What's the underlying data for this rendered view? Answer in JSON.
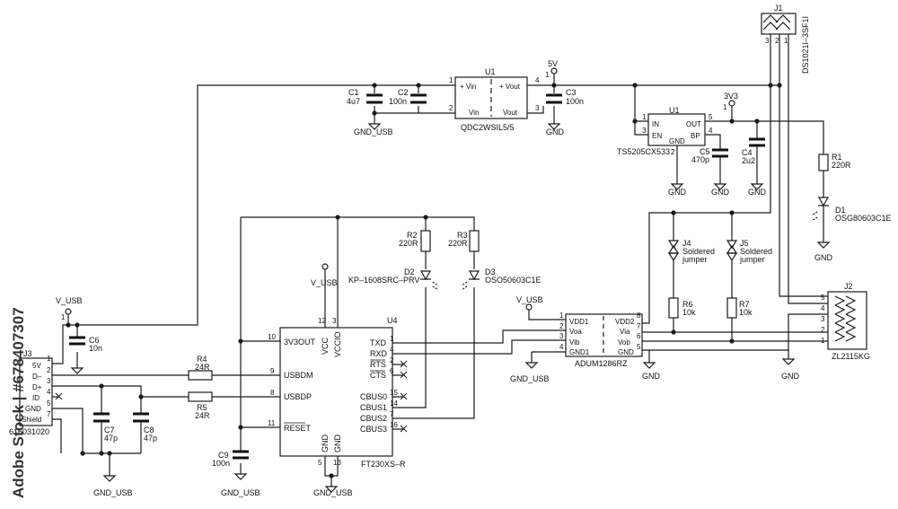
{
  "watermark": {
    "text": "Adobe Stock | #678407307"
  },
  "components": {
    "u1_top": {
      "ref": "U1",
      "part": "QDC2WSIL5/5",
      "pin_vin_plus": "+ Vin",
      "pin_vout_plus": "+ Vout",
      "pin_vin_minus": "Vin",
      "pin_vout_minus": "Vout",
      "p1": "1",
      "p2": "2",
      "p3": "3",
      "p4": "4"
    },
    "u1_ldo": {
      "ref": "U1",
      "part": "TS5205CX533",
      "pin_in": "IN",
      "pin_en": "EN",
      "pin_gnd": "GND",
      "pin_out": "OUT",
      "pin_bp": "BP",
      "p1": "1",
      "p3": "3",
      "p2": "2",
      "p5": "5",
      "p4": "4"
    },
    "u4": {
      "ref": "U4",
      "part": "FT230XS–R",
      "pin_vcc": "VCC",
      "pin_vccio": "VCCIO",
      "pin_3v3out": "3V3OUT",
      "pin_usbdm": "USBDM",
      "pin_usbdp": "USBDP",
      "pin_reset": "RESET",
      "pin_txd": "TXD",
      "pin_rxd": "RXD",
      "pin_rts": "RTS",
      "pin_cts": "CTS",
      "pin_cbus0": "CBUS0",
      "pin_cbus1": "CBUS1",
      "pin_cbus2": "CBUS2",
      "pin_cbus3": "CBUS3",
      "pin_gnd1": "GND",
      "pin_gnd2": "GND",
      "n12": "12",
      "n3": "3",
      "n10": "10",
      "n9": "9",
      "n8": "8",
      "n11": "11",
      "n1": "1",
      "n4": "4",
      "n2": "2",
      "n6": "6",
      "n15": "15",
      "n14": "14",
      "n7": "7",
      "n16": "16",
      "n5": "5",
      "n13": "13"
    },
    "adum": {
      "part": "ADUM1286RZ",
      "pin_vdd1": "VDD1",
      "pin_voa": "Voa",
      "pin_vib": "Vib",
      "pin_gnd1": "GND1",
      "pin_vdd2": "VDD2",
      "pin_via": "Via",
      "pin_vob": "Vob",
      "pin_gnd": "GND",
      "n1": "1",
      "n2": "2",
      "n3": "3",
      "n4": "4",
      "n8": "8",
      "n7": "7",
      "n6": "6",
      "n5": "5"
    },
    "j1": {
      "ref": "J1",
      "part": "DS1021I–3SF1I",
      "p1": "1",
      "p2": "2",
      "p3": "3"
    },
    "j2": {
      "ref": "J2",
      "part": "ZL2115KG",
      "p1": "1",
      "p2": "2",
      "p3": "3",
      "p4": "4",
      "p5": "5"
    },
    "j3": {
      "ref": "J3",
      "part": "616031020",
      "pin_5v": "5V",
      "pin_dm": "D–",
      "pin_dp": "D+",
      "pin_id": "ID",
      "pin_gnd": "GND",
      "pin_shield": "Shield",
      "n1": "1",
      "n2": "2",
      "n3": "3",
      "n4": "4",
      "n5": "5",
      "n7": "7"
    },
    "j4": {
      "ref": "J4",
      "desc1": "Soldered",
      "desc2": "jumper"
    },
    "j5": {
      "ref": "J5",
      "desc1": "Soldered",
      "desc2": "jumper"
    },
    "c1": {
      "ref": "C1",
      "val": "4u7"
    },
    "c2": {
      "ref": "C2",
      "val": "100n"
    },
    "c3": {
      "ref": "C3",
      "val": "100n"
    },
    "c4": {
      "ref": "C4",
      "val": "2u2"
    },
    "c5": {
      "ref": "C5",
      "val": "470p"
    },
    "c6": {
      "ref": "C6",
      "val": "10n"
    },
    "c7": {
      "ref": "C7",
      "val": "47p"
    },
    "c8": {
      "ref": "C8",
      "val": "47p"
    },
    "c9": {
      "ref": "C9",
      "val": "100n"
    },
    "r1": {
      "ref": "R1",
      "val": "220R"
    },
    "r2": {
      "ref": "R2",
      "val": "220R"
    },
    "r3": {
      "ref": "R3",
      "val": "220R"
    },
    "r4": {
      "ref": "R4",
      "val": "24R"
    },
    "r5": {
      "ref": "R5",
      "val": "24R"
    },
    "r6": {
      "ref": "R6",
      "val": "10k"
    },
    "r7": {
      "ref": "R7",
      "val": "10k"
    },
    "d1": {
      "ref": "D1",
      "part": "OSG80603C1E"
    },
    "d2": {
      "ref": "D2",
      "part": "KP–1608SRC–PRV"
    },
    "d3": {
      "ref": "D3",
      "part": "OSO50603C1E"
    }
  },
  "nets": {
    "v_usb": "V_USB",
    "gnd_usb": "GND_USB",
    "gnd": "GND",
    "v5": "5V",
    "v3v3": "3V3",
    "one": "1"
  }
}
